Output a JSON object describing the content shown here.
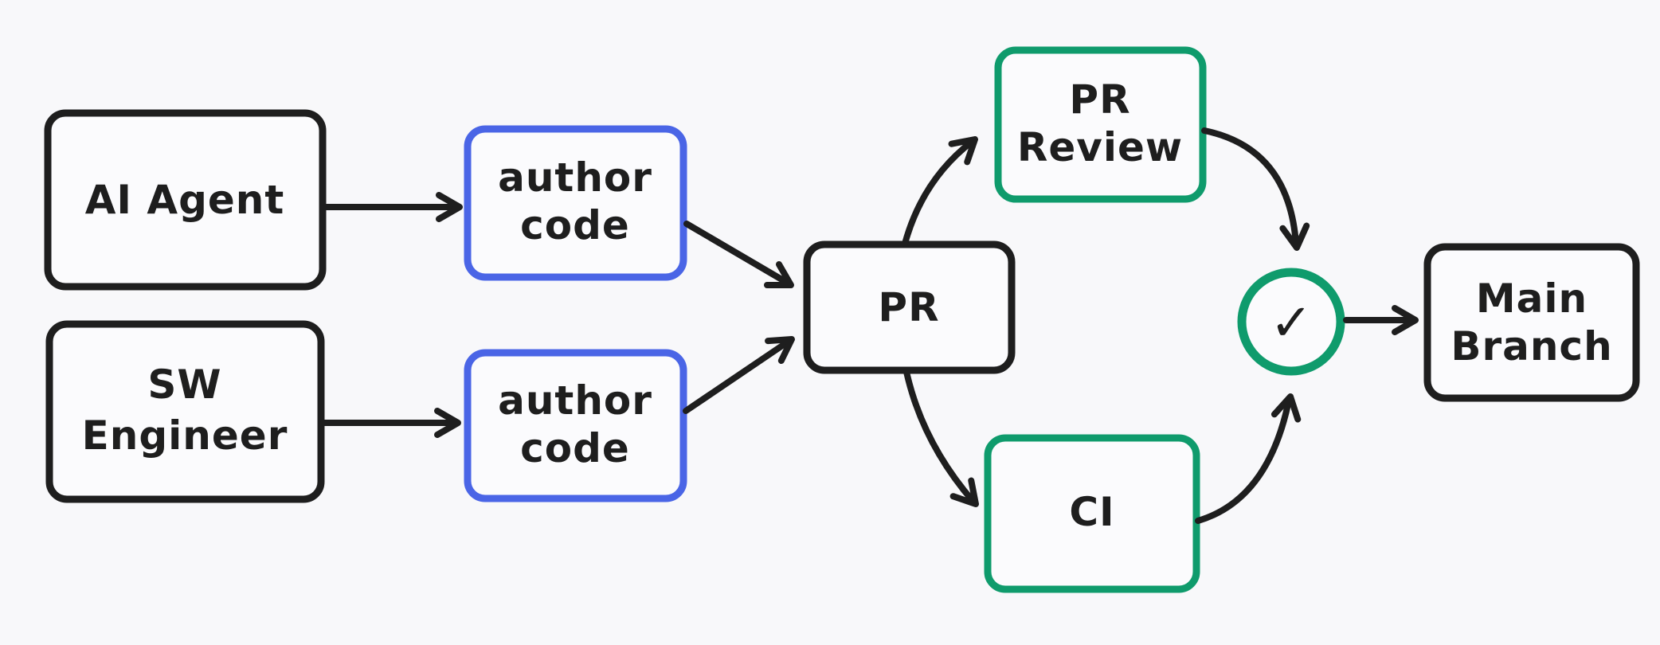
{
  "colors": {
    "bg": "#f8f8fa",
    "box_fill": "#fbfbfd",
    "ink": "#1e1e1e",
    "accent_blue": "#4a65e6",
    "accent_green": "#0f9b6c"
  },
  "nodes": {
    "ai_agent": {
      "label": "AI Agent"
    },
    "sw_engineer": {
      "line1": "SW",
      "line2": "Engineer"
    },
    "author_code_top": {
      "line1": "author",
      "line2": "code"
    },
    "author_code_bottom": {
      "line1": "author",
      "line2": "code"
    },
    "pr": {
      "label": "PR"
    },
    "pr_review": {
      "line1": "PR",
      "line2": "Review"
    },
    "ci": {
      "label": "CI"
    },
    "check": {
      "icon": "✓"
    },
    "main_branch": {
      "line1": "Main",
      "line2": "Branch"
    }
  }
}
